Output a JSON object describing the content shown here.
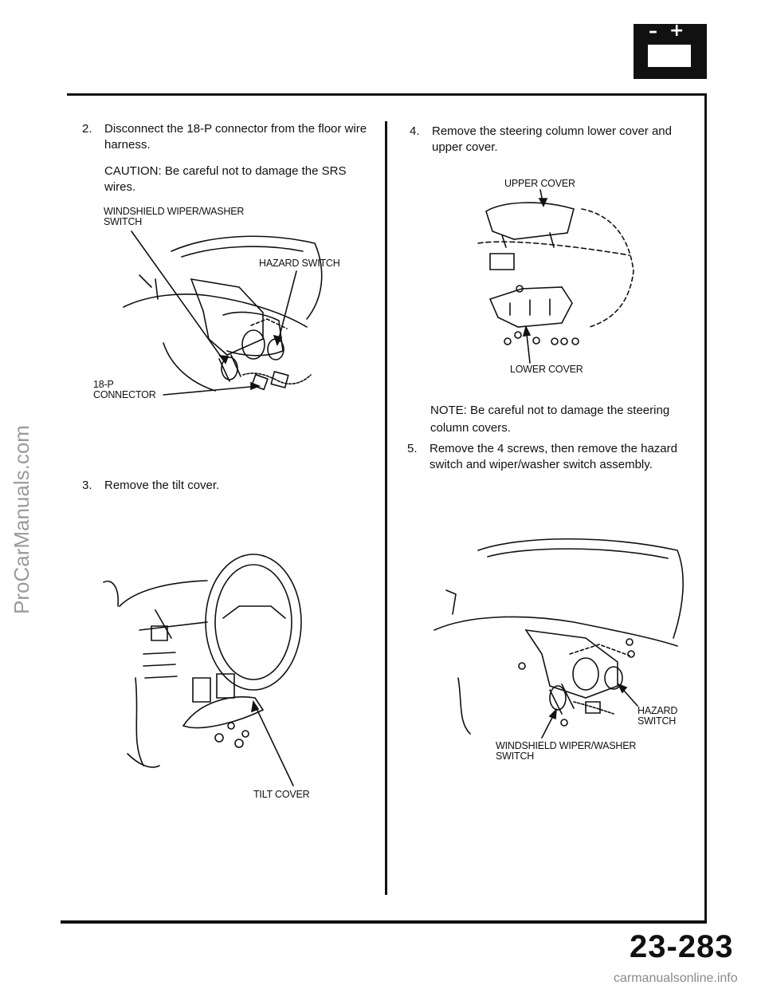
{
  "page_number": "23-283",
  "watermark_side": "ProCarManuals.com",
  "watermark_bottom": "carmanualsonline.info",
  "battery_icon": "battery-icon",
  "steps": {
    "s2": {
      "num": "2.",
      "text": "Disconnect the 18-P connector from the floor wire harness."
    },
    "s2_caution": "CAUTION:  Be careful not to damage the SRS wires.",
    "s3": {
      "num": "3.",
      "text": "Remove the tilt cover."
    },
    "s4": {
      "num": "4.",
      "text": "Remove the steering column lower cover and upper cover."
    },
    "s4_note": "NOTE: Be careful not to damage the steering column covers.",
    "s5": {
      "num": "5.",
      "text": "Remove the 4 screws, then remove the hazard switch and wiper/washer switch assembly."
    }
  },
  "labels": {
    "fig1_wiper_l1": "WINDSHIELD WIPER/WASHER",
    "fig1_wiper_l2": "SWITCH",
    "fig1_hazard": "HAZARD  SWITCH",
    "fig1_conn_l1": "18-P",
    "fig1_conn_l2": "CONNECTOR",
    "fig2_tilt": "TILT COVER",
    "fig3_upper": "UPPER COVER",
    "fig3_lower": "LOWER COVER",
    "fig4_hazard_l1": "HAZARD",
    "fig4_hazard_l2": "SWITCH",
    "fig4_wiper_l1": "WINDSHIELD  WIPER/WASHER",
    "fig4_wiper_l2": "SWITCH"
  }
}
